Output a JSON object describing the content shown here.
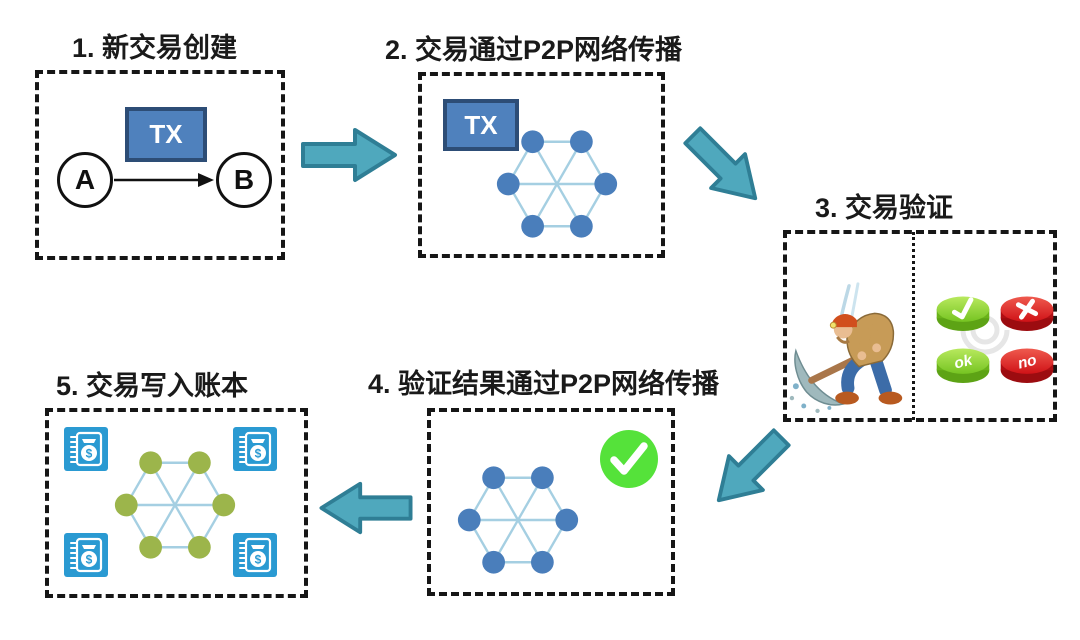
{
  "diagram": {
    "steps": [
      {
        "title": "1. 新交易创建"
      },
      {
        "title": "2. 交易通过P2P网络传播"
      },
      {
        "title": "3. 交易验证"
      },
      {
        "title": "4. 验证结果通过P2P网络传播"
      },
      {
        "title": "5. 交易写入账本"
      }
    ],
    "tx_label": "TX",
    "sender_label": "A",
    "receiver_label": "B",
    "validation_buttons": {
      "ok_label": "ok",
      "no_label": "no"
    },
    "ledger_symbol": "$",
    "colors": {
      "arrow_fill": "#4fa8bd",
      "arrow_stroke": "#2f7e95",
      "tx_fill": "#4f81bd",
      "tx_border": "#2d4d76",
      "node_blue": "#4a7ebb",
      "node_green": "#9cb54b",
      "network_edge": "#a5cfe2",
      "ledger_blue": "#2a9ad2",
      "check_green": "#55e23a",
      "button_green": "#76c422",
      "button_red": "#d01217"
    }
  }
}
